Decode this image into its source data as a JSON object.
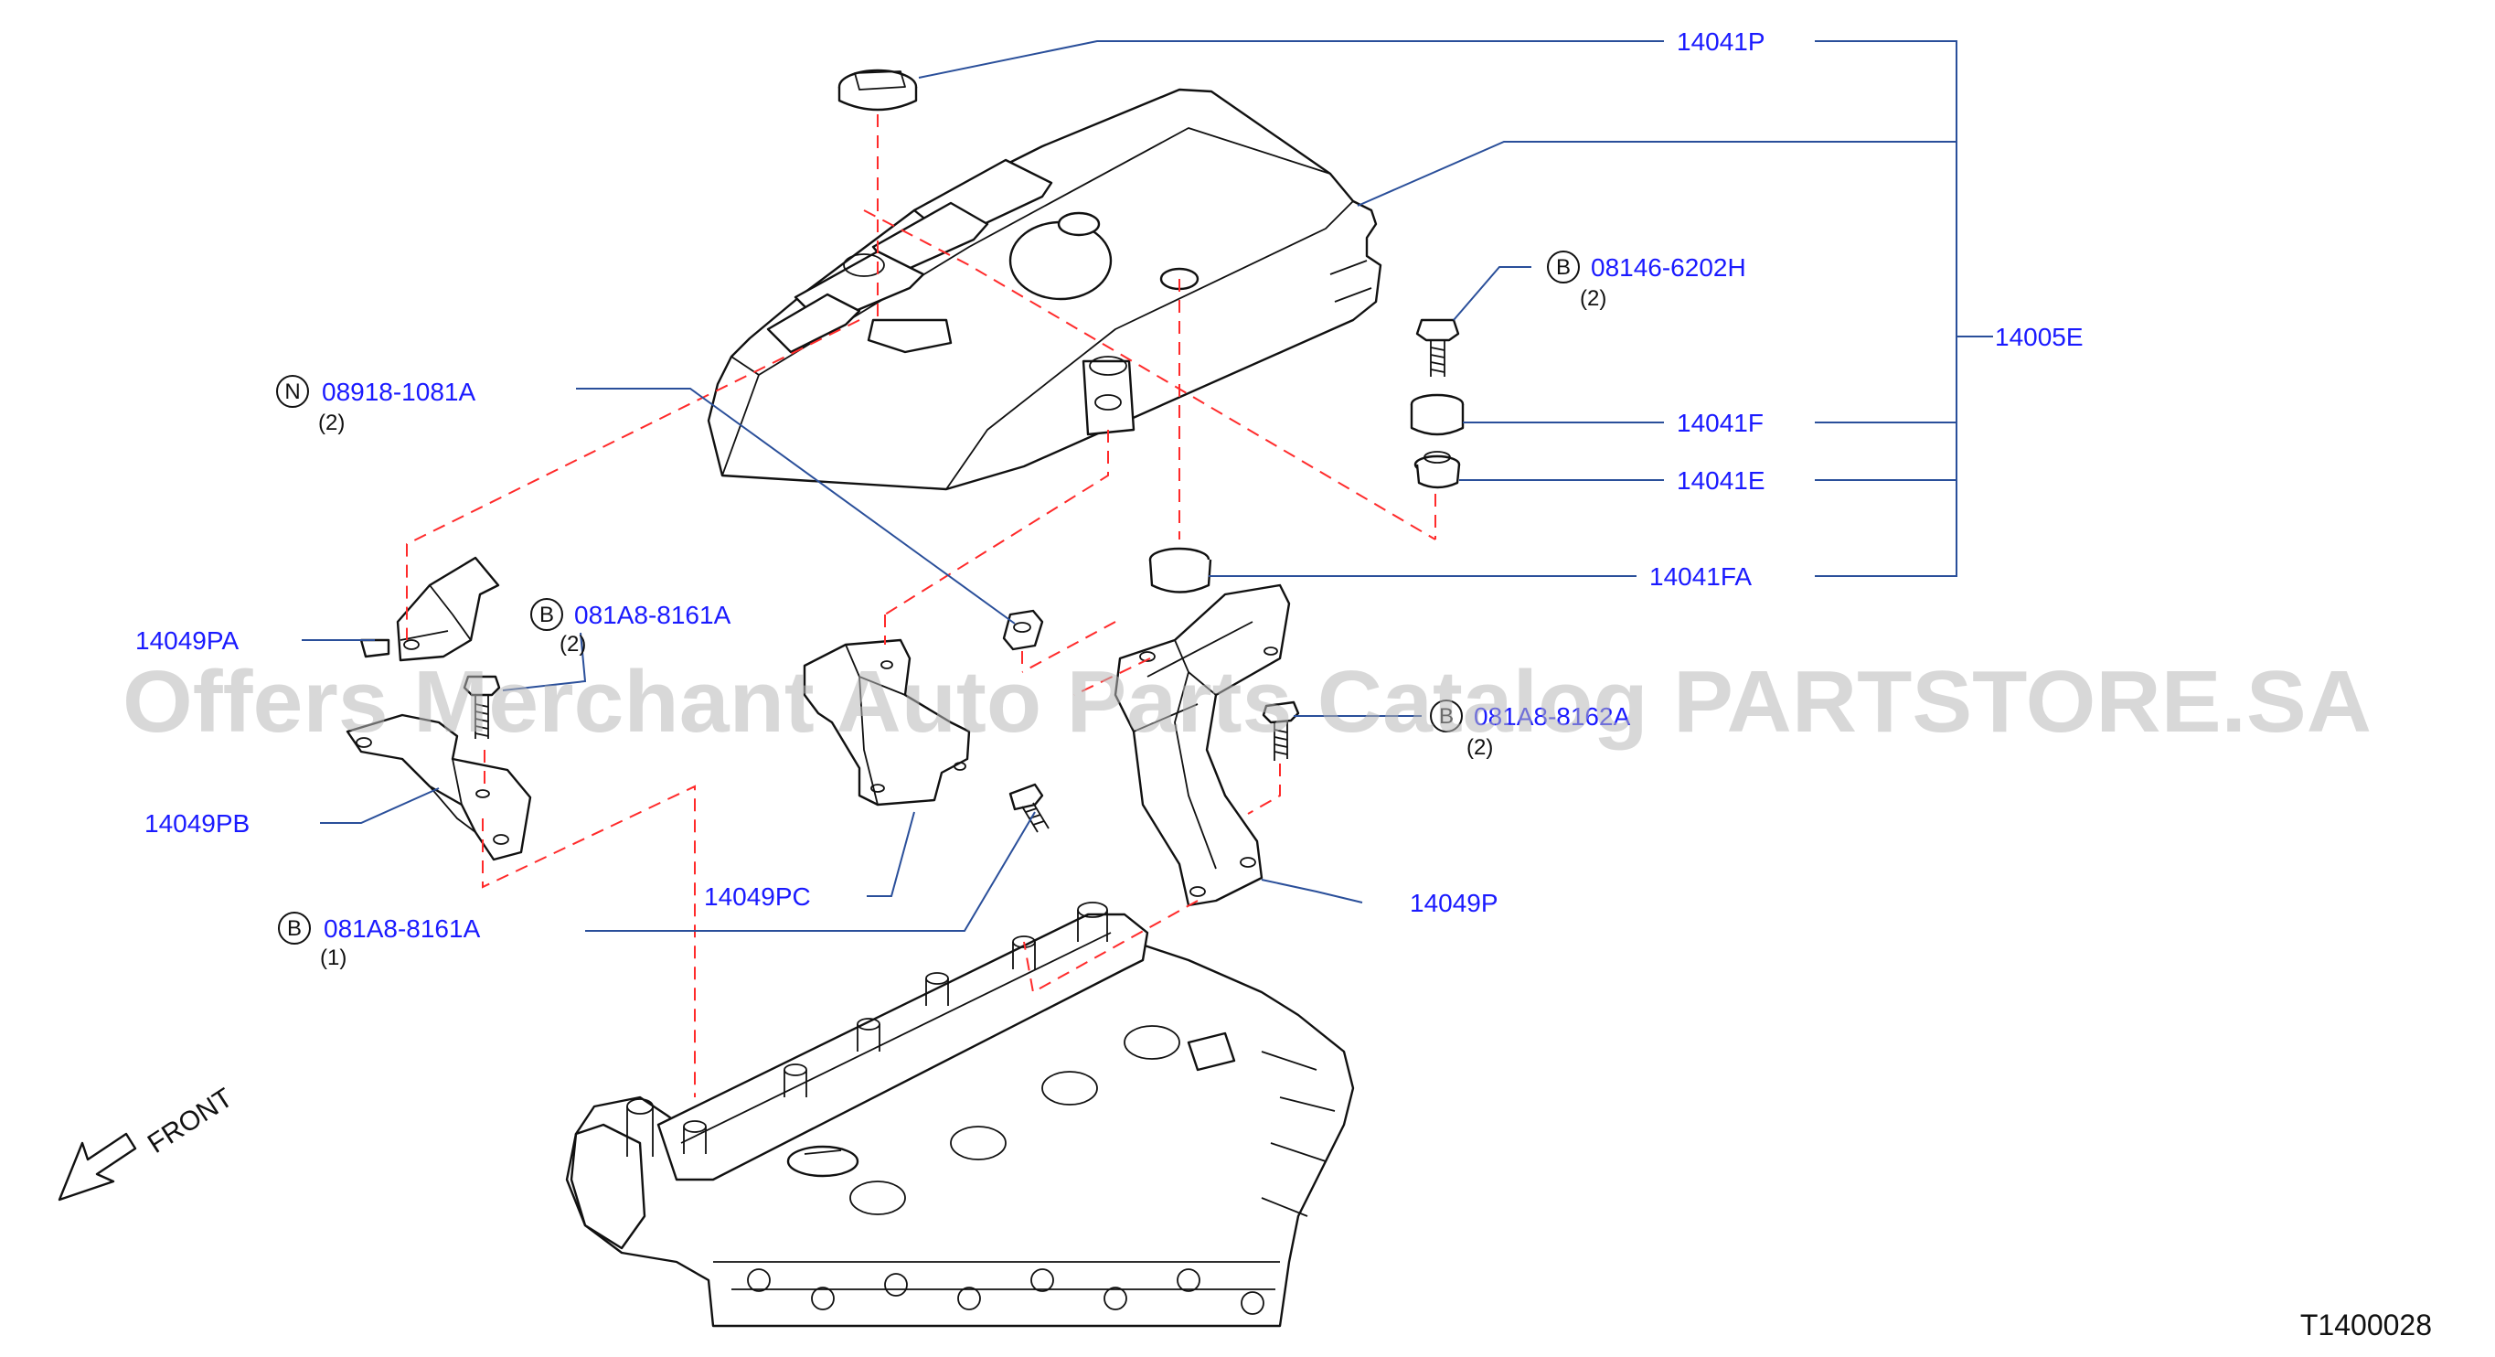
{
  "diagram": {
    "part_labels": {
      "p14041P": "14041P",
      "p14005E": "14005E",
      "p14041F": "14041F",
      "p14041E": "14041E",
      "p14041FA": "14041FA",
      "p14049PA": "14049PA",
      "p14049PB": "14049PB",
      "p14049PC": "14049PC",
      "p14049P": "14049P"
    },
    "callouts": {
      "b08146": {
        "letter": "B",
        "code": "08146-6202H",
        "qty": "(2)"
      },
      "n08918": {
        "letter": "N",
        "code": "08918-1081A",
        "qty": "(2)"
      },
      "b081a8_upper": {
        "letter": "B",
        "code": "081A8-8161A",
        "qty": "(2)"
      },
      "b081a8_lower": {
        "letter": "B",
        "code": "081A8-8161A",
        "qty": "(1)"
      },
      "b_obscured": {
        "letter": "B",
        "code": "081A8-8162A",
        "qty": "(2)"
      }
    },
    "front_label": "FRONT",
    "reference_code": "T1400028",
    "watermark": "Offers Merchant Auto Parts Catalog PARTSTORE.SA"
  }
}
